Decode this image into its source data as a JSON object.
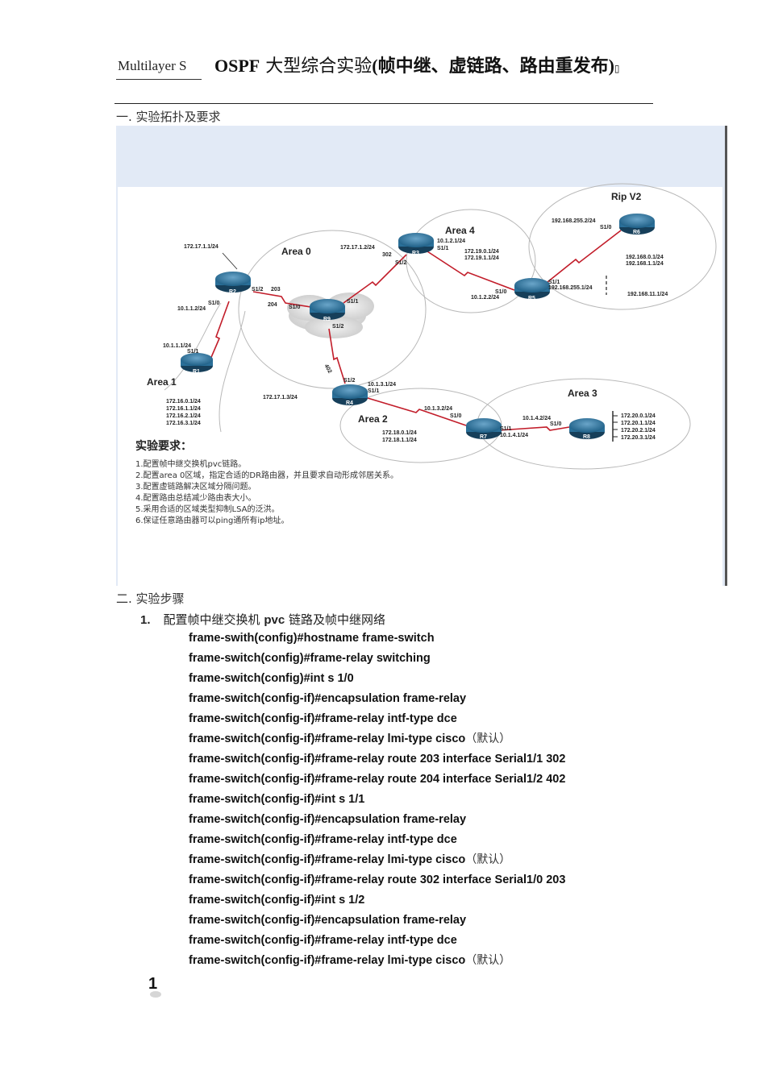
{
  "header": {
    "left": "Multilayer S",
    "title_prefix": "OSPF",
    "title_main": "大型综合实验",
    "title_paren": "(帧中继、虚链路、路由重发布)",
    "title_suffix": "▯"
  },
  "section1": {
    "heading": "一. 实验拓扑及要求"
  },
  "diagram": {
    "areas": [
      "Area 0",
      "Area 1",
      "Area 2",
      "Area 3",
      "Area 4",
      "Rip V2"
    ],
    "routers": [
      "R1",
      "R2",
      "R3",
      "R4",
      "R5",
      "R6",
      "R7",
      "R8",
      "R9"
    ],
    "labels": {
      "r2_ip": "172.17.1.1/24",
      "r2_s10": "S1/0",
      "r2_s10_ip": "10.1.1.2/24",
      "r2_s12": "S1/2",
      "dlci_203": "203",
      "dlci_204": "204",
      "r9_s10": "S1/0",
      "r9_s11": "S1/1",
      "r9_s12": "S1/2",
      "r1_ip": "10.1.1.1/24",
      "r1_s11": "S1/1",
      "r1_nets": [
        "172.16.0.1/24",
        "172.16.1.1/24",
        "172.16.2.1/24",
        "172.16.3.1/24"
      ],
      "r3_ip": "172.17.1.2/24",
      "dlci_302": "302",
      "r3_s11": "S1/1",
      "r3_s12": "S1/2",
      "r3_area4_ip": "10.1.2.1/24",
      "r3_nets": [
        "172.19.0.1/24",
        "172.19.1.1/24"
      ],
      "r5_s10": "S1/0",
      "r5_ip": "10.1.2.2/24",
      "r5_s11": "S1/1",
      "r5_rip_ip": "192.168.255.1/24",
      "r5_net": "192.168.11.1/24",
      "r6_ip": "192.168.255.2/24",
      "r6_s10": "S1/0",
      "r6_nets": [
        "192.168.0.1/24",
        "192.168.1.1/24"
      ],
      "dlci_402": "402",
      "r4_s12": "S1/2",
      "r4_s11": "S1/1",
      "r4_ip": "172.17.1.3/24",
      "r4_area2_ip": "10.1.3.1/24",
      "r7_s10": "S1/0",
      "r7_ip": "10.1.3.2/24",
      "r7_s11": "S1/1",
      "r7_area3_ip": "10.1.4.1/24",
      "r7_nets": [
        "172.18.0.1/24",
        "172.18.1.1/24"
      ],
      "r8_ip": "10.1.4.2/24",
      "r8_s10": "S1/0",
      "r8_nets": [
        "172.20.0.1/24",
        "172.20.1.1/24",
        "172.20.2.1/24",
        "172.20.3.1/24"
      ]
    },
    "requirements_title": "实验要求：",
    "requirements": [
      "1.配置帧中继交换机pvc链路。",
      "2.配置area 0区域，指定合适的DR路由器，并且要求自动形成邻居关系。",
      "3.配置虚链路解决区域分隔问题。",
      "4.配置路由总结减少路由表大小。",
      "5.采用合适的区域类型抑制LSA的泛洪。",
      "6.保证任意路由器可以ping通所有ip地址。"
    ]
  },
  "section2": {
    "heading": "二. 实验步骤"
  },
  "step1": {
    "number": "1.",
    "text_a": "配置帧中继交换机",
    "text_b": "pvc",
    "text_c": "链路及帧中继网络"
  },
  "commands": [
    {
      "cmd": "frame-swith(config)#hostname frame-switch",
      "note": ""
    },
    {
      "cmd": "frame-switch(config)#frame-relay switching",
      "note": ""
    },
    {
      "cmd": "frame-switch(config)#int s 1/0",
      "note": ""
    },
    {
      "cmd": "frame-switch(config-if)#encapsulation frame-relay",
      "note": ""
    },
    {
      "cmd": "frame-switch(config-if)#frame-relay intf-type dce",
      "note": ""
    },
    {
      "cmd": "frame-switch(config-if)#frame-relay lmi-type cisco",
      "note": "（默认）"
    },
    {
      "cmd": "frame-switch(config-if)#frame-relay route 203 interface Serial1/1 302",
      "note": ""
    },
    {
      "cmd": "frame-switch(config-if)#frame-relay route 204 interface Serial1/2 402",
      "note": ""
    },
    {
      "cmd": "frame-switch(config-if)#int s 1/1",
      "note": ""
    },
    {
      "cmd": "frame-switch(config-if)#encapsulation frame-relay",
      "note": ""
    },
    {
      "cmd": "frame-switch(config-if)#frame-relay intf-type dce",
      "note": ""
    },
    {
      "cmd": "frame-switch(config-if)#frame-relay lmi-type cisco",
      "note": "（默认）"
    },
    {
      "cmd": "frame-switch(config-if)#frame-relay route 302 interface Serial1/0 203",
      "note": ""
    },
    {
      "cmd": "frame-switch(config-if)#int s 1/2",
      "note": ""
    },
    {
      "cmd": "frame-switch(config-if)#encapsulation frame-relay",
      "note": ""
    },
    {
      "cmd": "frame-switch(config-if)#frame-relay intf-type dce",
      "note": ""
    },
    {
      "cmd": "frame-switch(config-if)#frame-relay lmi-type cisco",
      "note": "（默认）"
    }
  ],
  "page_number": "1"
}
